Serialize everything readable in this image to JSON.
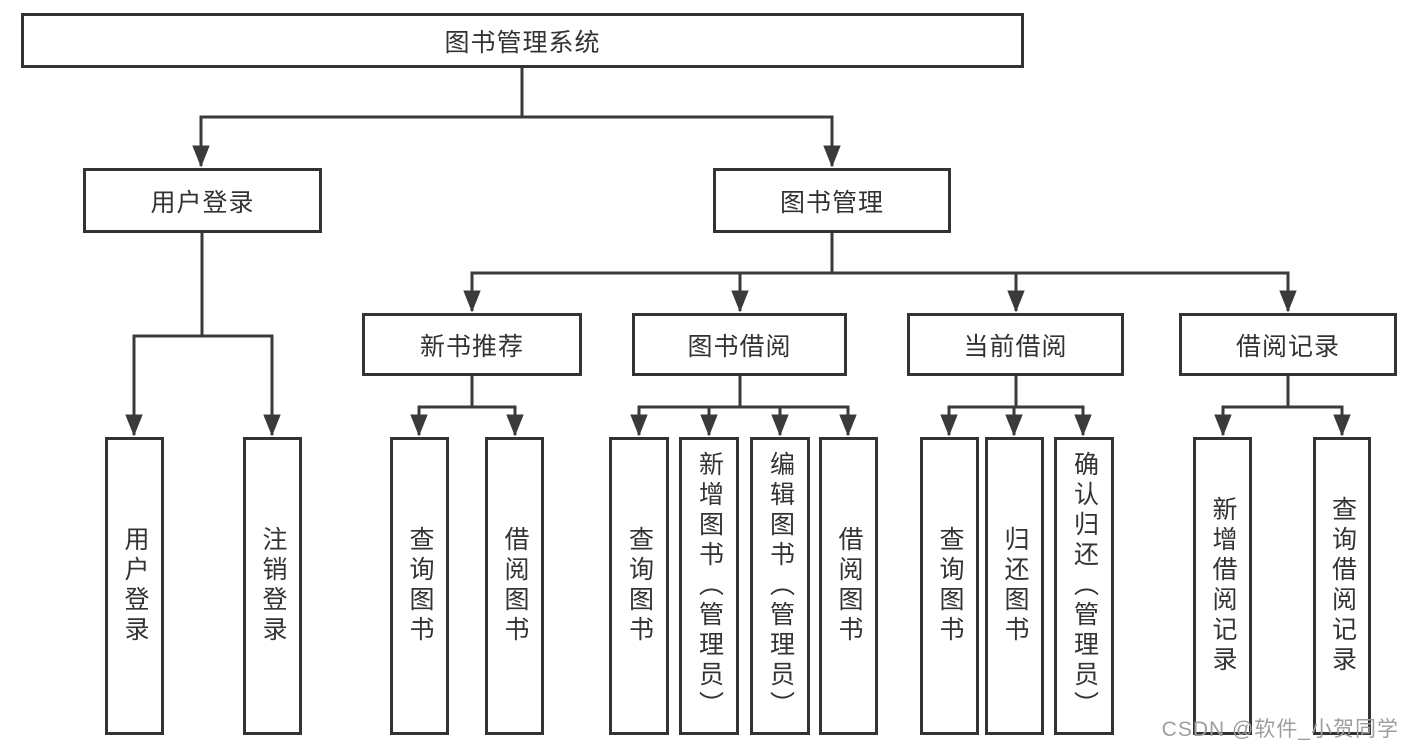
{
  "diagram": {
    "type": "tree",
    "watermark": "CSDN @软件_小贺同学",
    "colors": {
      "line": "#3a3a3a",
      "border": "#333333",
      "text": "#333333",
      "watermark": "#9e9e9e",
      "background": "#ffffff"
    },
    "tree": {
      "label": "图书管理系统",
      "children": [
        {
          "label": "用户登录",
          "children": [
            {
              "label": "用户登录"
            },
            {
              "label": "注销登录"
            }
          ]
        },
        {
          "label": "图书管理",
          "children": [
            {
              "label": "新书推荐",
              "children": [
                {
                  "label": "查询图书"
                },
                {
                  "label": "借阅图书"
                }
              ]
            },
            {
              "label": "图书借阅",
              "children": [
                {
                  "label": "查询图书"
                },
                {
                  "label": "新增图书（管理员）"
                },
                {
                  "label": "编辑图书（管理员）"
                },
                {
                  "label": "借阅图书"
                }
              ]
            },
            {
              "label": "当前借阅",
              "children": [
                {
                  "label": "查询图书"
                },
                {
                  "label": "归还图书"
                },
                {
                  "label": "确认归还（管理员）"
                }
              ]
            },
            {
              "label": "借阅记录",
              "children": [
                {
                  "label": "新增借阅记录"
                },
                {
                  "label": "查询借阅记录"
                }
              ]
            }
          ]
        }
      ]
    }
  }
}
